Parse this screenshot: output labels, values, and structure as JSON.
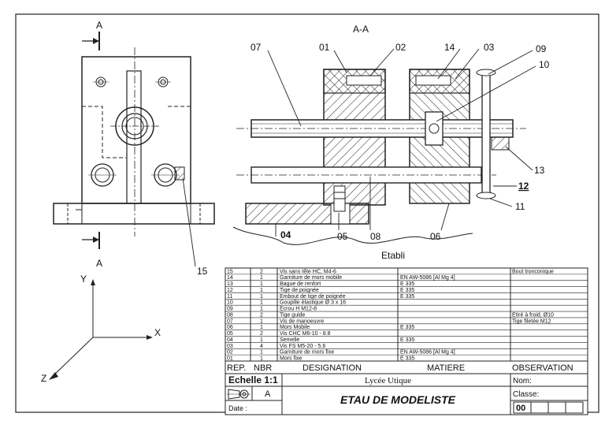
{
  "drawing": {
    "section_title": "A-A",
    "section_marker_top": "A",
    "section_marker_bottom": "A",
    "workbench_label": "Etabli",
    "axes": {
      "y": "Y",
      "x": "X",
      "z": "Z"
    },
    "callouts": {
      "c07": "07",
      "c01": "01",
      "c02": "02",
      "c14": "14",
      "c03": "03",
      "c09": "09",
      "c10": "10",
      "c13": "13",
      "c12": "12",
      "c11": "11",
      "c04": "04",
      "c05": "05",
      "c08": "08",
      "c06": "06",
      "c15": "15"
    }
  },
  "parts_list": {
    "rows": [
      {
        "rep": "15",
        "nbr": "2",
        "designation": "Vis sans tête HC, M4-6",
        "matiere": "",
        "observation": "Bout tronconique"
      },
      {
        "rep": "14",
        "nbr": "1",
        "designation": "Garniture de mors mobile",
        "matiere": "EN AW-5086 [Al Mg 4]",
        "observation": ""
      },
      {
        "rep": "13",
        "nbr": "1",
        "designation": "Bague de renfort",
        "matiere": "E 335",
        "observation": ""
      },
      {
        "rep": "12",
        "nbr": "1",
        "designation": "Tige de poignée",
        "matiere": "E 335",
        "observation": ""
      },
      {
        "rep": "11",
        "nbr": "1",
        "designation": "Embout de tige de poignée",
        "matiere": "E 335",
        "observation": ""
      },
      {
        "rep": "10",
        "nbr": "1",
        "designation": "Goupille élastique Ø 3 x 16",
        "matiere": "",
        "observation": ""
      },
      {
        "rep": "09",
        "nbr": "1",
        "designation": "Ecrou H M12-8",
        "matiere": "",
        "observation": ""
      },
      {
        "rep": "08",
        "nbr": "2",
        "designation": "Tige guide",
        "matiere": "",
        "observation": "Etiré à froid, Ø10"
      },
      {
        "rep": "07",
        "nbr": "1",
        "designation": "Vis de manoeuvre",
        "matiere": "",
        "observation": "Tige filetée M12"
      },
      {
        "rep": "06",
        "nbr": "1",
        "designation": "Mors Mobile",
        "matiere": "E 335",
        "observation": ""
      },
      {
        "rep": "05",
        "nbr": "2",
        "designation": "Vis CHC M6-10 - 8.8",
        "matiere": "",
        "observation": ""
      },
      {
        "rep": "04",
        "nbr": "1",
        "designation": "Semelle",
        "matiere": "E 335",
        "observation": ""
      },
      {
        "rep": "03",
        "nbr": "4",
        "designation": "Vis FS M5-20 - 5.6",
        "matiere": "",
        "observation": ""
      },
      {
        "rep": "02",
        "nbr": "1",
        "designation": "Garniture de mors fixe",
        "matiere": "EN AW-5086 [Al Mg 4]",
        "observation": ""
      },
      {
        "rep": "01",
        "nbr": "1",
        "designation": "Mors fixe",
        "matiere": "E 335",
        "observation": ""
      }
    ],
    "header": {
      "rep": "REP.",
      "nbr": "NBR",
      "designation": "DESIGNATION",
      "matiere": "MATIERE",
      "observation": "OBSERVATION"
    }
  },
  "title_block": {
    "scale": "Echelle 1:1",
    "school": "Lycée Utique",
    "title": "ETAU DE MODELISTE",
    "projection_label": "A",
    "date_label": "Date :",
    "name_label": "Nom:",
    "class_label": "Classe:",
    "number": "00"
  }
}
